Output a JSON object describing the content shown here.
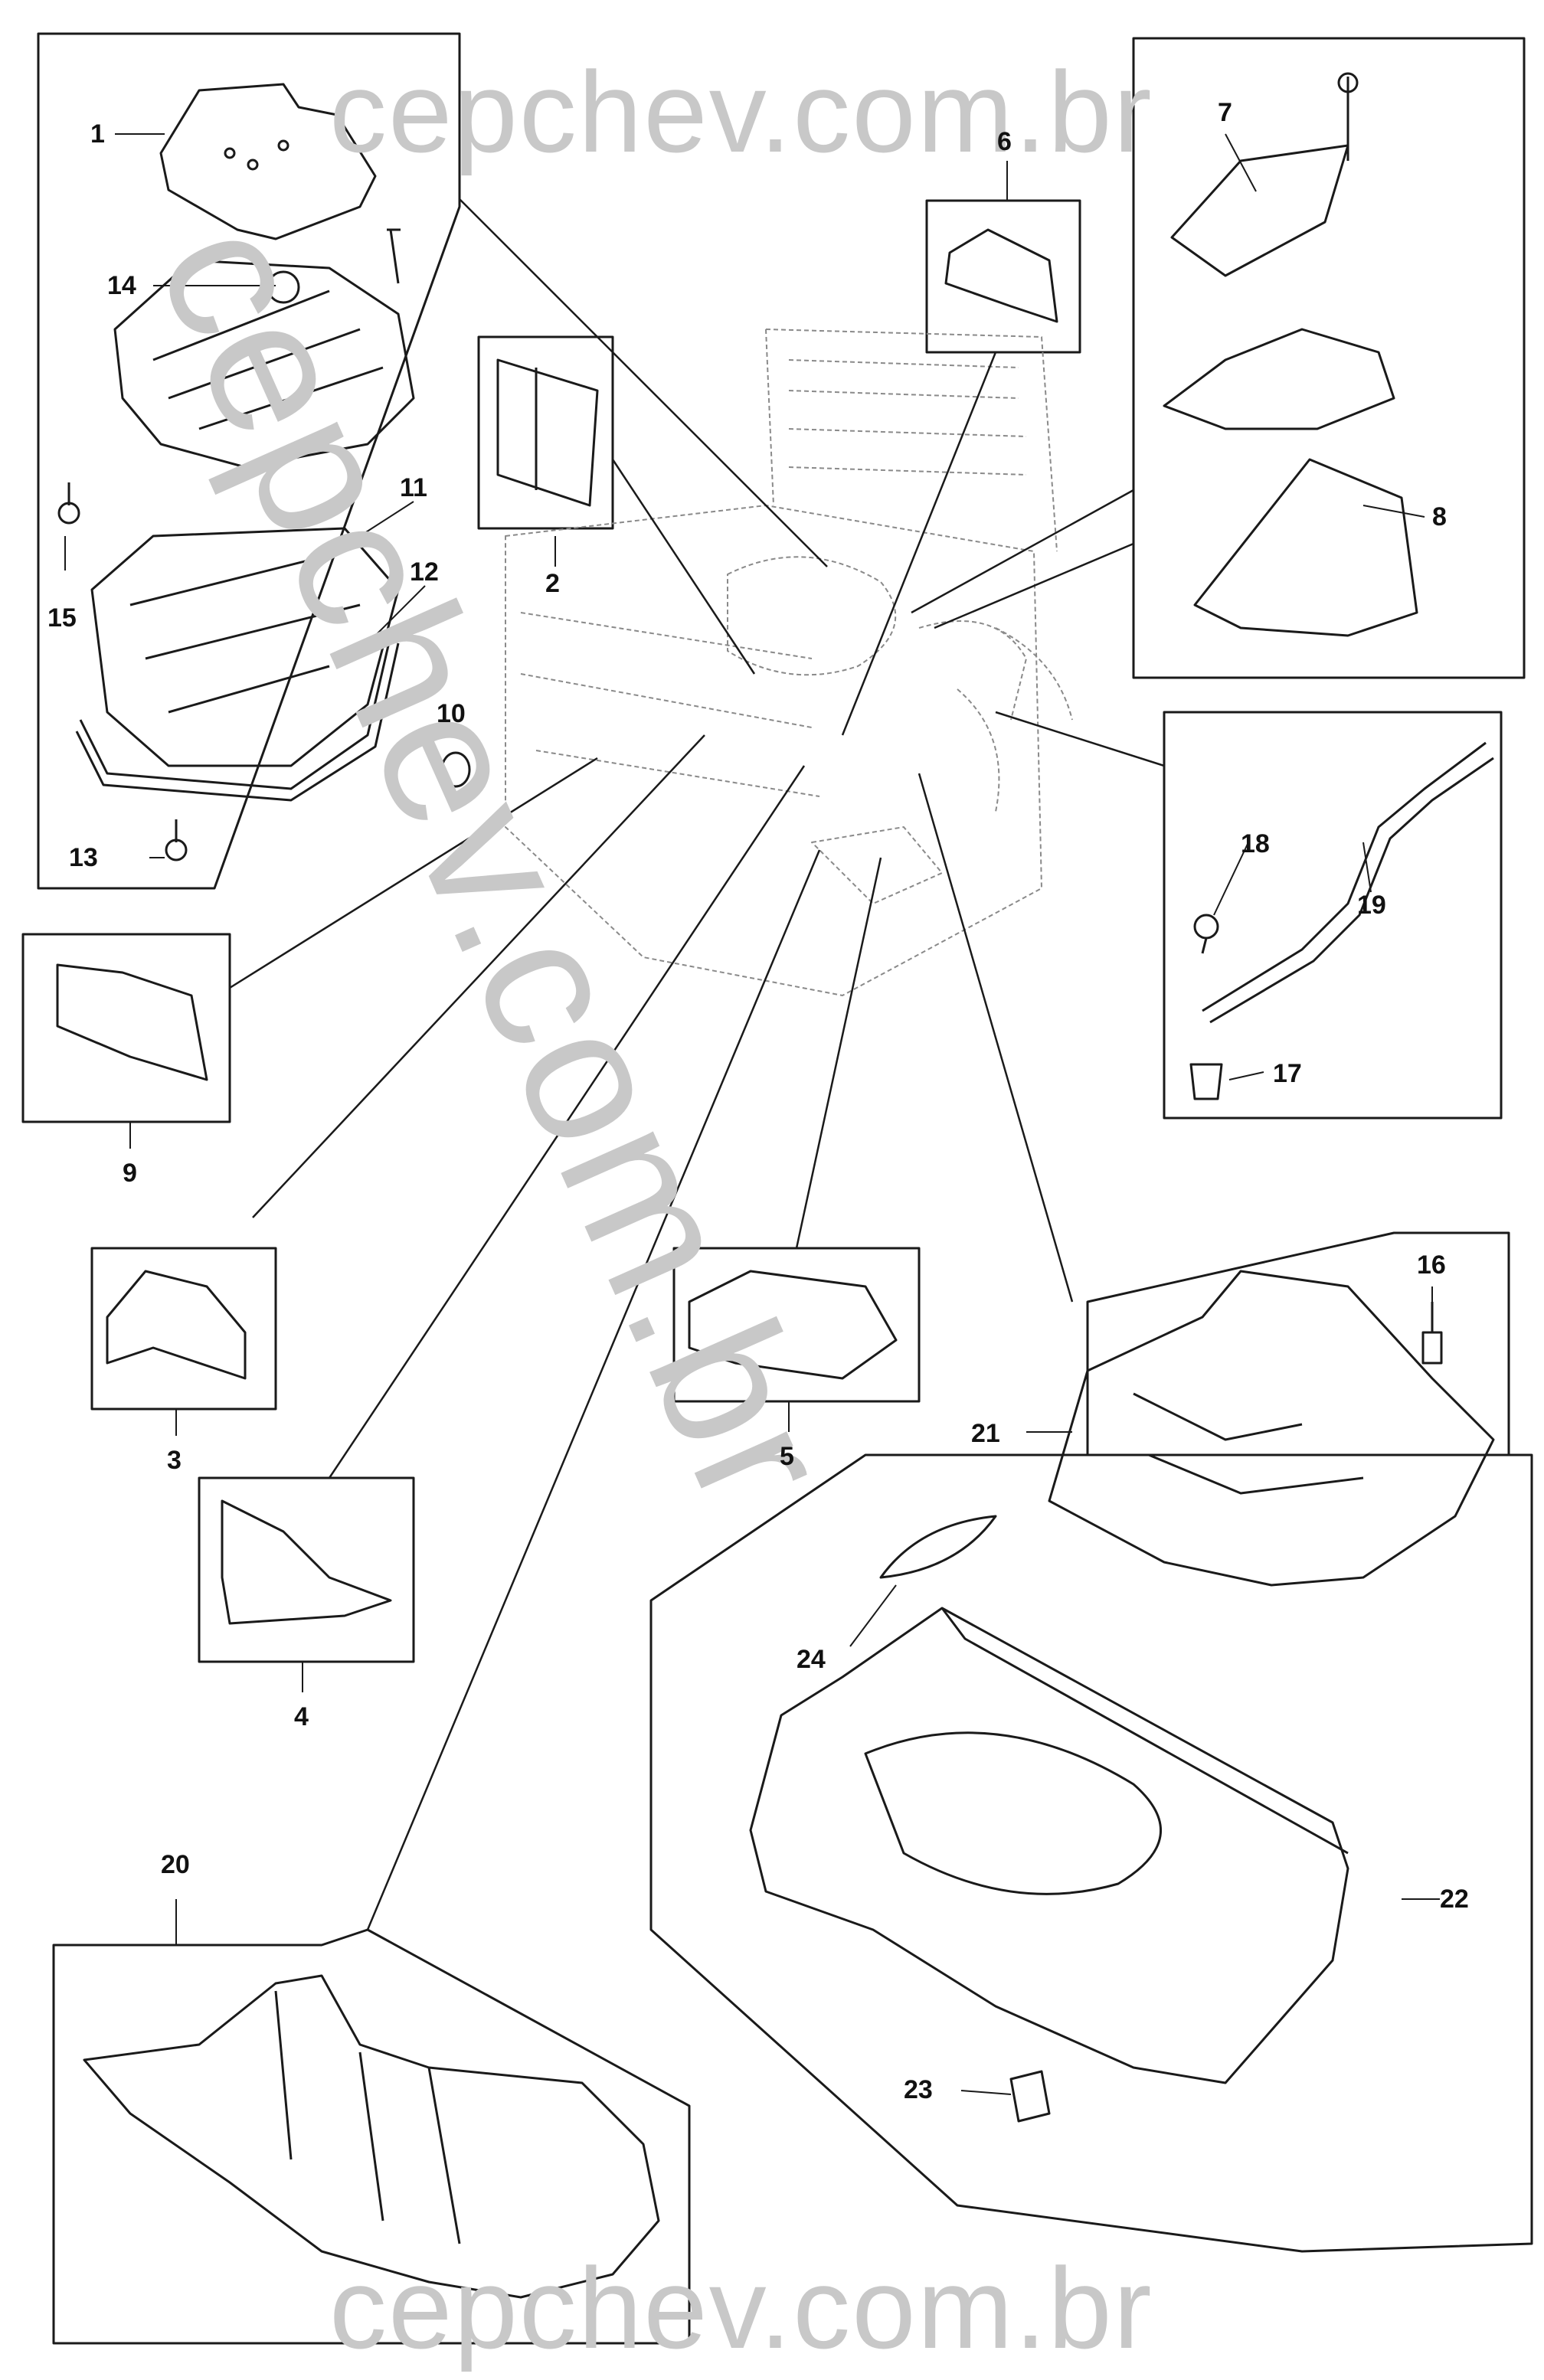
{
  "watermarks": {
    "top": "cepchev.com.br",
    "bottom": "cepchev.com.br",
    "diagonal": "cepchev.com.br"
  },
  "callouts": {
    "c1": "1",
    "c2": "2",
    "c3": "3",
    "c4": "4",
    "c5": "5",
    "c6": "6",
    "c7": "7",
    "c8": "8",
    "c9": "9",
    "c10": "10",
    "c11": "11",
    "c12": "12",
    "c13": "13",
    "c14": "14",
    "c15": "15",
    "c16": "16",
    "c17": "17",
    "c18": "18",
    "c19": "19",
    "c20": "20",
    "c21": "21",
    "c22": "22",
    "c23": "23",
    "c24": "24"
  },
  "colors": {
    "line": "#1a1a1a",
    "ghost": "#8a8a8a",
    "watermark": "#c8c8c8"
  }
}
